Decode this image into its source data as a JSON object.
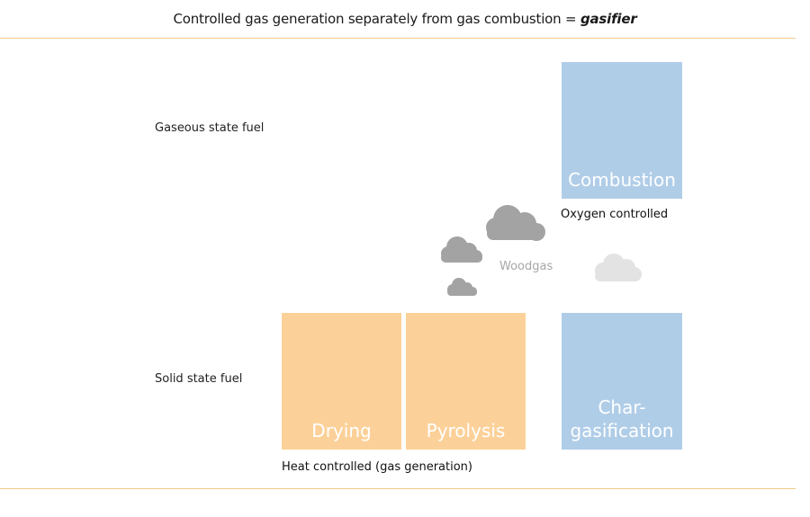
{
  "title": {
    "main": "Controlled gas generation separately from gas combustion = ",
    "emphasis": "gasifier"
  },
  "rows": {
    "gaseous": "Gaseous state fuel",
    "solid": "Solid state fuel"
  },
  "boxes": {
    "drying": "Drying",
    "pyrolysis": "Pyrolysis",
    "char_gasification": "Char-\ngasification",
    "combustion": "Combustion"
  },
  "captions": {
    "oxygen": "Oxygen controlled",
    "heat": "Heat controlled (gas generation)",
    "woodgas": "Woodgas"
  },
  "colors": {
    "orange": "#fcd199",
    "blue": "#b0cde8",
    "rule": "#f2c98a",
    "cloud_dark": "#a3a3a3",
    "cloud_light": "#e3e3e3"
  },
  "icons": [
    "cloud-icon"
  ]
}
